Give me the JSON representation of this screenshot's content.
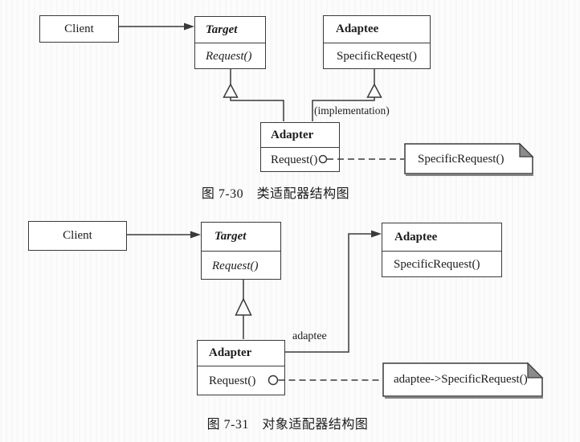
{
  "colors": {
    "line": "#3a3a3a",
    "note_fold": "#8b8b8b",
    "background": "#fcfcfc"
  },
  "figure1": {
    "caption": "图 7-30　类适配器结构图",
    "client": {
      "title": "Client"
    },
    "target": {
      "title": "Target",
      "method": "Request()"
    },
    "adaptee": {
      "title": "Adaptee",
      "method": "SpecificReqest()"
    },
    "adapter": {
      "title": "Adapter",
      "method": "Request()"
    },
    "implementation_label": "(implementation)",
    "note_text": "SpecificRequest()"
  },
  "figure2": {
    "caption": "图 7-31　对象适配器结构图",
    "client": {
      "title": "Client"
    },
    "target": {
      "title": "Target",
      "method": "Request()"
    },
    "adaptee": {
      "title": "Adaptee",
      "method": "SpecificRequest()"
    },
    "adapter": {
      "title": "Adapter",
      "method": "Request()"
    },
    "association_label": "adaptee",
    "note_text": "adaptee->SpecificRequest()"
  }
}
